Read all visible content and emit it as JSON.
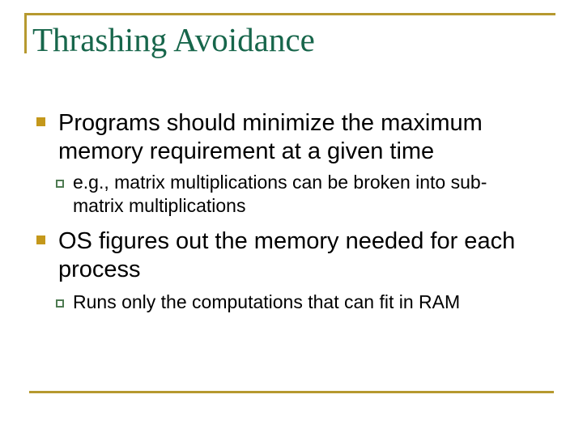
{
  "slide": {
    "title": "Thrashing Avoidance",
    "bullets": [
      {
        "level": 1,
        "marker": "filled-square",
        "text": "Programs should minimize the maximum\nmemory requirement at a given time"
      },
      {
        "level": 2,
        "marker": "hollow-square",
        "text": "e.g., matrix multiplications can be broken into sub-\nmatrix multiplications"
      },
      {
        "level": 1,
        "marker": "filled-square",
        "text": "OS figures out the memory needed for each\nprocess"
      },
      {
        "level": 2,
        "marker": "hollow-square",
        "text": "Runs only the computations that can fit in RAM"
      }
    ],
    "colors": {
      "gold-line": "#B6992F",
      "gold-bullet": "#C4981B",
      "green-bullet": "#4E7B52",
      "title-green": "#17664B",
      "body-text": "#000000",
      "slide-bg": "#FFFFFF"
    }
  }
}
